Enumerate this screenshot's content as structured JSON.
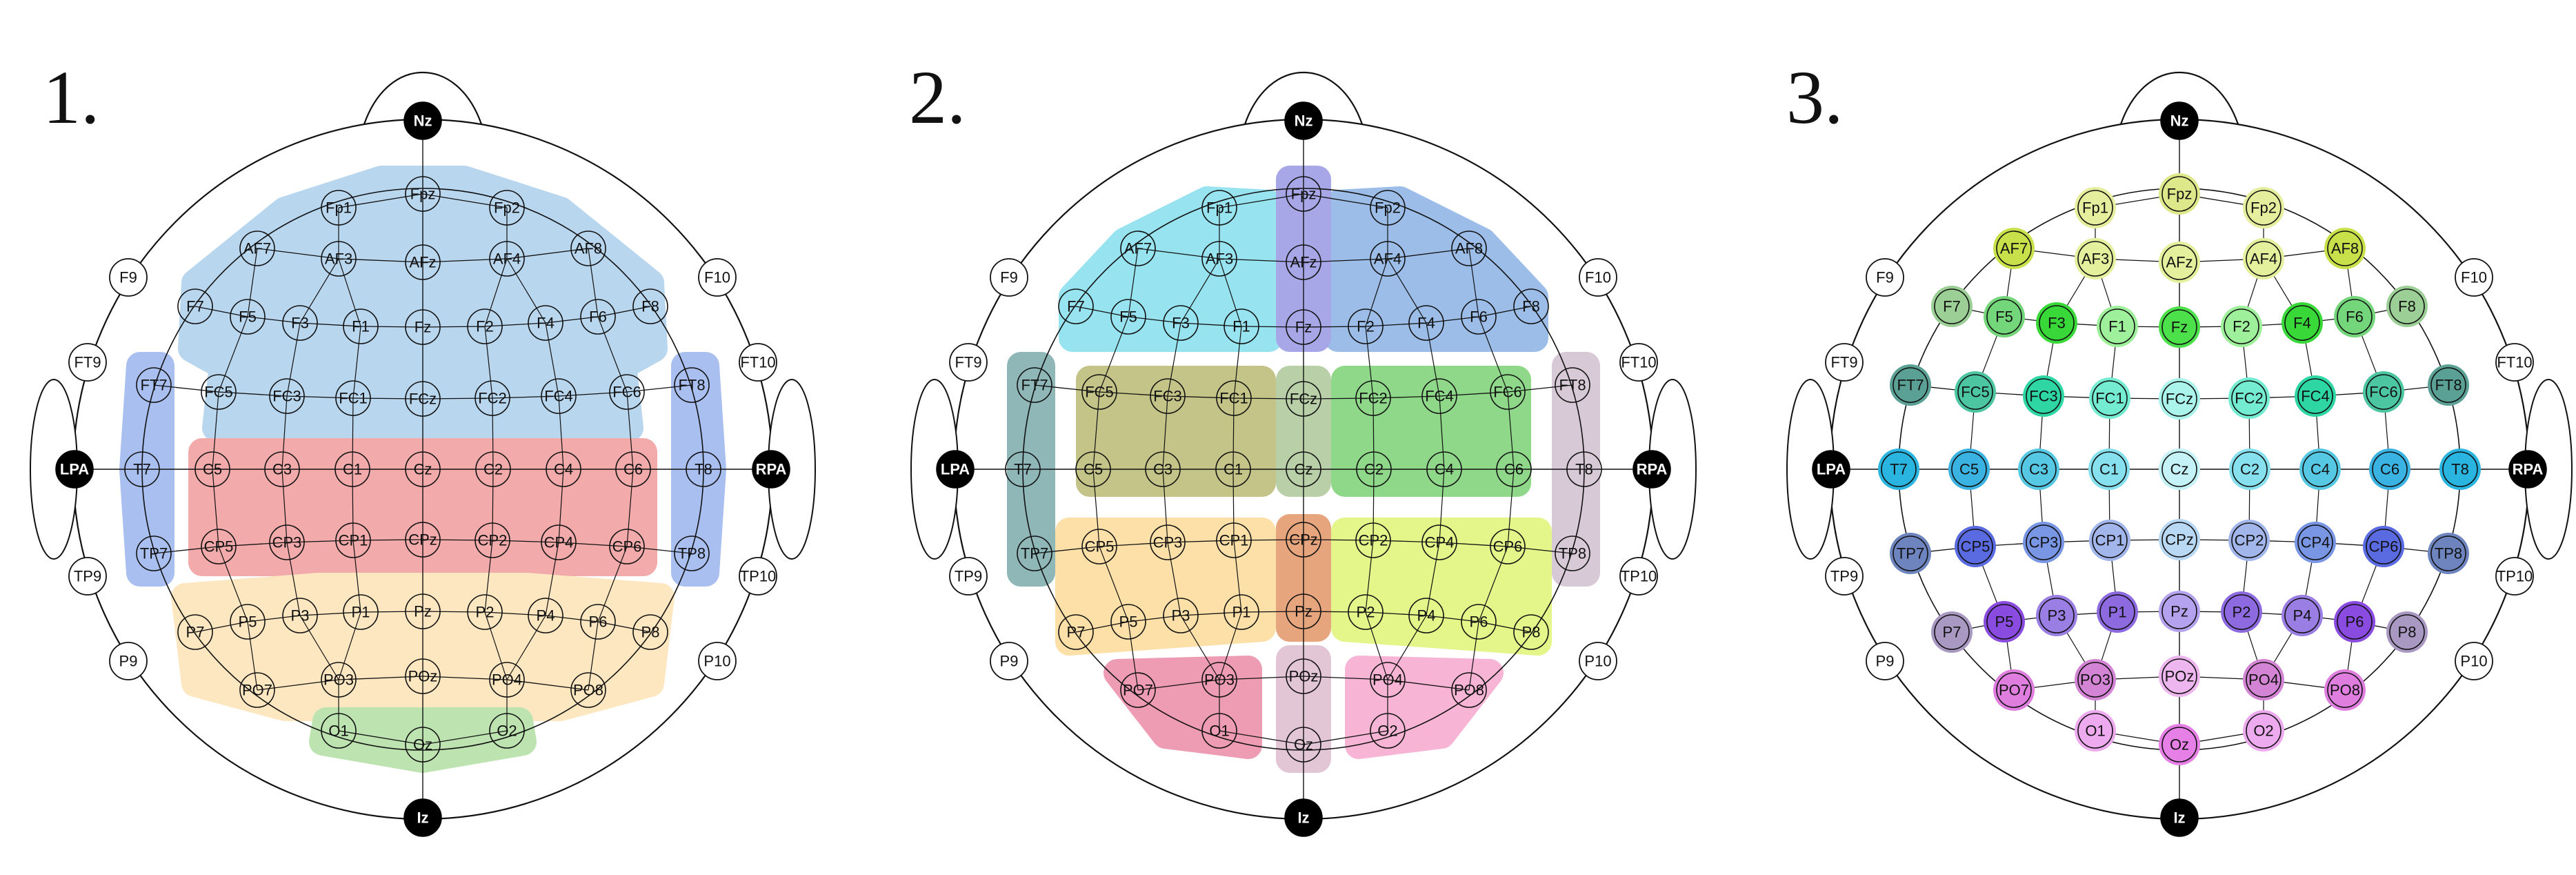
{
  "panels": [
    {
      "title": "1.",
      "scheme": "regions"
    },
    {
      "title": "2.",
      "scheme": "quadrants"
    },
    {
      "title": "3.",
      "scheme": "gradient"
    }
  ],
  "fiducials": [
    "Nz",
    "Iz",
    "LPA",
    "RPA"
  ],
  "outer_ring": [
    "F9",
    "F10",
    "FT9",
    "FT10",
    "TP9",
    "TP10",
    "P9",
    "P10"
  ],
  "electrodes": [
    "Fp1",
    "Fpz",
    "Fp2",
    "AF7",
    "AF3",
    "AFz",
    "AF4",
    "AF8",
    "F7",
    "F5",
    "F3",
    "F1",
    "Fz",
    "F2",
    "F4",
    "F6",
    "F8",
    "FT7",
    "FC5",
    "FC3",
    "FC1",
    "FCz",
    "FC2",
    "FC4",
    "FC6",
    "FT8",
    "T7",
    "C5",
    "C3",
    "C1",
    "Cz",
    "C2",
    "C4",
    "C6",
    "T8",
    "TP7",
    "CP5",
    "CP3",
    "CP1",
    "CPz",
    "CP2",
    "CP4",
    "CP6",
    "TP8",
    "P7",
    "P5",
    "P3",
    "P1",
    "Pz",
    "P2",
    "P4",
    "P6",
    "P8",
    "PO7",
    "PO3",
    "POz",
    "PO4",
    "PO8",
    "O1",
    "Oz",
    "O2"
  ],
  "colors": {
    "frontal_blue": "#b9d6ef",
    "temporal_blue": "#a9bff0",
    "central_red": "#f2aaaa",
    "parietal_yellow": "#fde7c0",
    "occipital_green": "#bde3b0",
    "line": "#111111",
    "fiducial_fill": "#000000"
  }
}
